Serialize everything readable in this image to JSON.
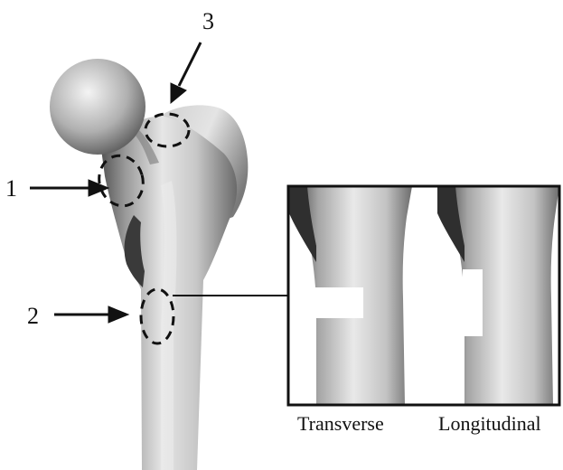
{
  "markers": [
    {
      "id": "1",
      "label": "1"
    },
    {
      "id": "2",
      "label": "2"
    },
    {
      "id": "3",
      "label": "3"
    }
  ],
  "inset": {
    "panels": [
      {
        "label": "Transverse"
      },
      {
        "label": "Longitudinal"
      }
    ]
  },
  "colors": {
    "bone_light": "#f2f2f2",
    "bone_mid": "#b5b5b5",
    "bone_dark": "#5a5a5a",
    "bone_shadow": "#2e2e2e",
    "line": "#111111",
    "defect": "#ffffff"
  }
}
